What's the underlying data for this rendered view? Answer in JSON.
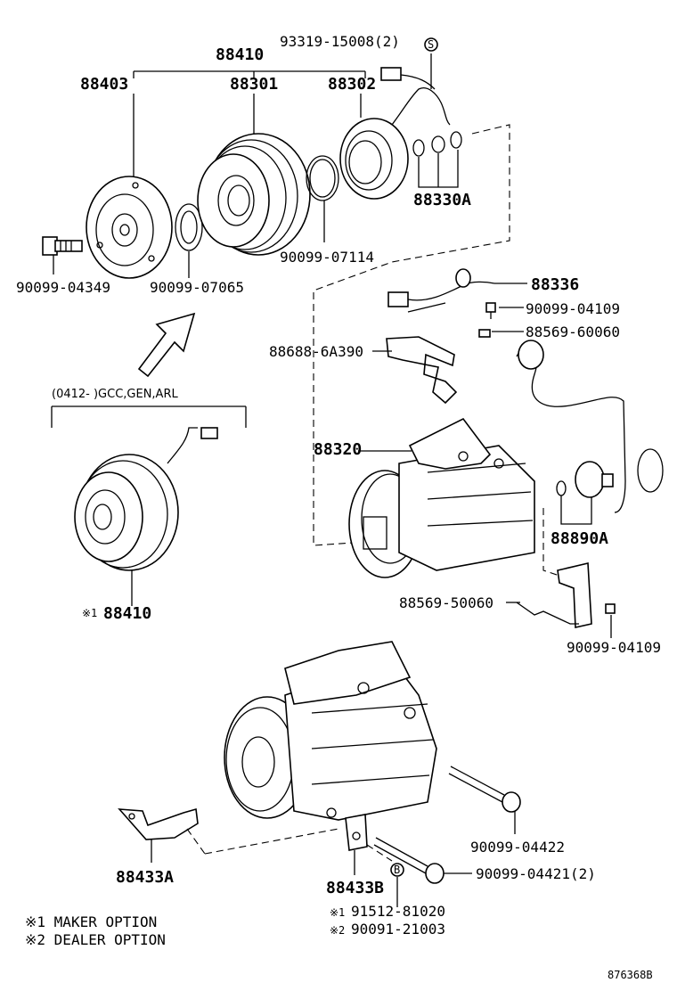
{
  "labels": {
    "p88410_top": "88410",
    "p93319": "93319-15008(2)",
    "p88403": "88403",
    "p88301": "88301",
    "p88302": "88302",
    "p88330A": "88330A",
    "p90099_07114": "90099-07114",
    "p90099_04349": "90099-04349",
    "p90099_07065": "90099-07065",
    "p88336": "88336",
    "p90099_04109_a": "90099-04109",
    "p88569_60060": "88569-60060",
    "p88688": "88688-6A390",
    "p88320": "88320",
    "p88890A": "88890A",
    "p88569_50060": "88569-50060",
    "p90099_04109_b": "90099-04109",
    "p88410_bottom": "88410",
    "p88410_bottom_mark": "※1",
    "p90099_04422": "90099-04422",
    "p90099_04421": "90099-04421(2)",
    "p88433A": "88433A",
    "p88433B": "88433B",
    "p91512": "91512-81020",
    "p91512_mark": "※1",
    "p90091": "90091-21003",
    "p90091_mark": "※2",
    "range_note": "(0412-      )GCC,GEN,ARL",
    "circle_s": "S",
    "circle_b": "B"
  },
  "legend": {
    "maker": "※1 MAKER OPTION",
    "dealer": "※2 DEALER OPTION"
  },
  "figure_code": "876368B"
}
